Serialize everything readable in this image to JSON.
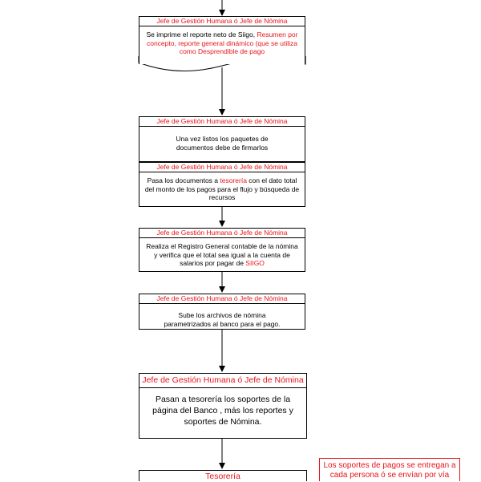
{
  "colors": {
    "accent": "#e8141b",
    "line": "#000000"
  },
  "steps": [
    {
      "role": "Jefe de Gestión Humana ó Jefe de Nómina",
      "text_plain": "Se imprime el reporte neto de Siigo, ",
      "text_red": "Resumen por concepto, reporte general dinámico (que se utiliza como Desprendible de pago",
      "text_after": ""
    },
    {
      "role": "Jefe de Gestión Humana ó Jefe de Nómina",
      "text_plain": "Una vez listos los paquetes de documentos debe de firmarlos",
      "text_red": "",
      "text_after": ""
    },
    {
      "role": "Jefe de Gestión Humana ó Jefe de Nómina",
      "text_plain": "Pasa los documentos a ",
      "text_red": "tesorería",
      "text_after": " con el dato total del monto de los pagos para el flujo y búsqueda de recursos"
    },
    {
      "role": "Jefe de Gestión Humana ó Jefe de Nómina",
      "text_plain": "Realiza el Registro General contable de la nómina y verifica que el total sea igual a la cuenta de salarios por pagar de ",
      "text_red": "SIIGO",
      "text_after": ""
    },
    {
      "role": "Jefe de Gestión Humana ó Jefe de Nómina",
      "text_plain": "Sube los archivos de nómina parametrizados al banco para el pago.",
      "text_red": "",
      "text_after": ""
    },
    {
      "role": "Jefe de Gestión Humana ó Jefe de Nómina",
      "text_plain": "Pasan a tesorería los soportes de la página del Banco , más los reportes  y soportes de Nómina.",
      "text_red": "",
      "text_after": ""
    },
    {
      "role": "Tesorería",
      "text_plain": "",
      "text_red": "",
      "text_after": ""
    }
  ],
  "note": {
    "text": "Los soportes de pagos se entregan a cada persona ó se envían por vía"
  }
}
